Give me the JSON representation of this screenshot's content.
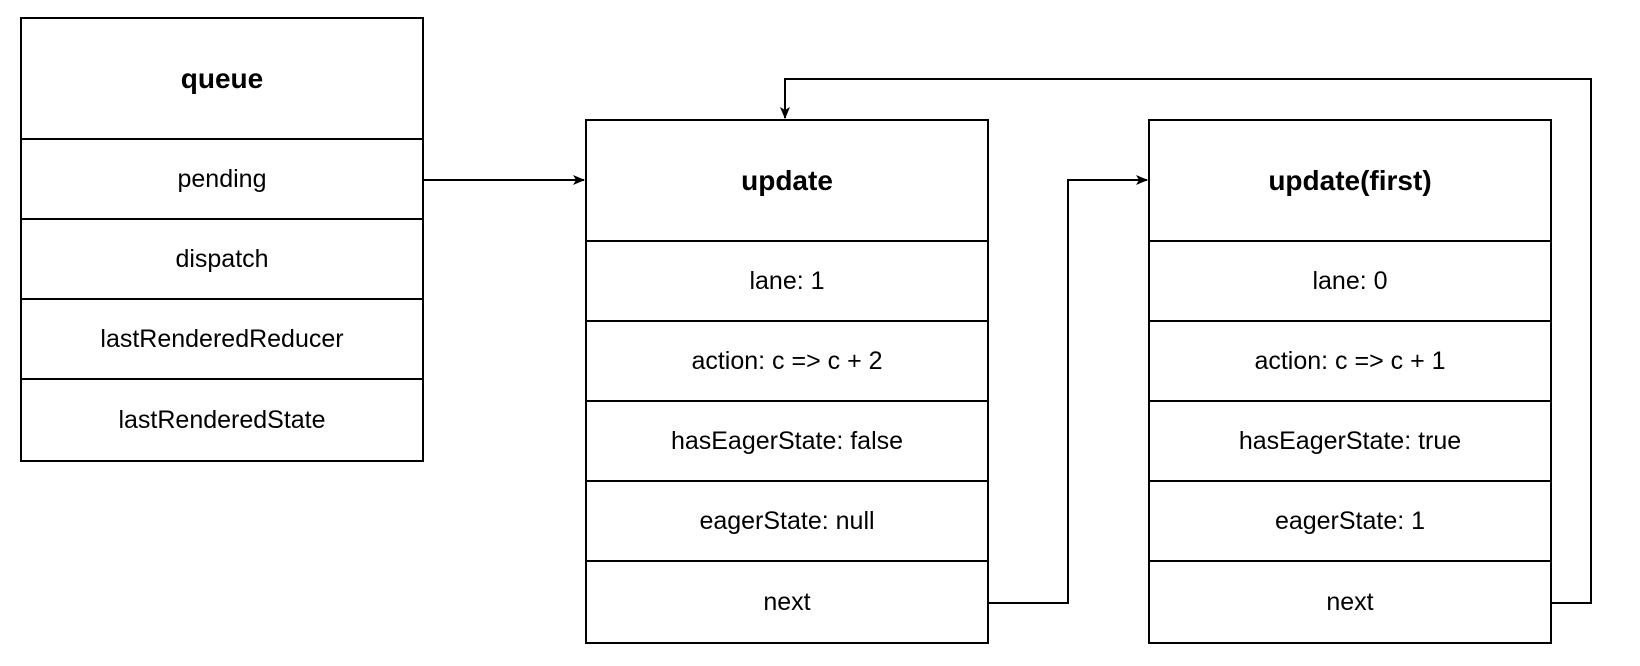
{
  "queue": {
    "title": "queue",
    "fields": [
      "pending",
      "dispatch",
      "lastRenderedReducer",
      "lastRenderedState"
    ]
  },
  "update_a": {
    "title": "update",
    "fields": [
      "lane: 1",
      "action: c => c + 2",
      "hasEagerState: false",
      "eagerState: null",
      "next"
    ]
  },
  "update_b": {
    "title": "update(first)",
    "fields": [
      "lane: 0",
      "action: c => c + 1",
      "hasEagerState: true",
      "eagerState: 1",
      "next"
    ]
  },
  "colors": {
    "stroke": "#000000",
    "background": "#ffffff"
  }
}
